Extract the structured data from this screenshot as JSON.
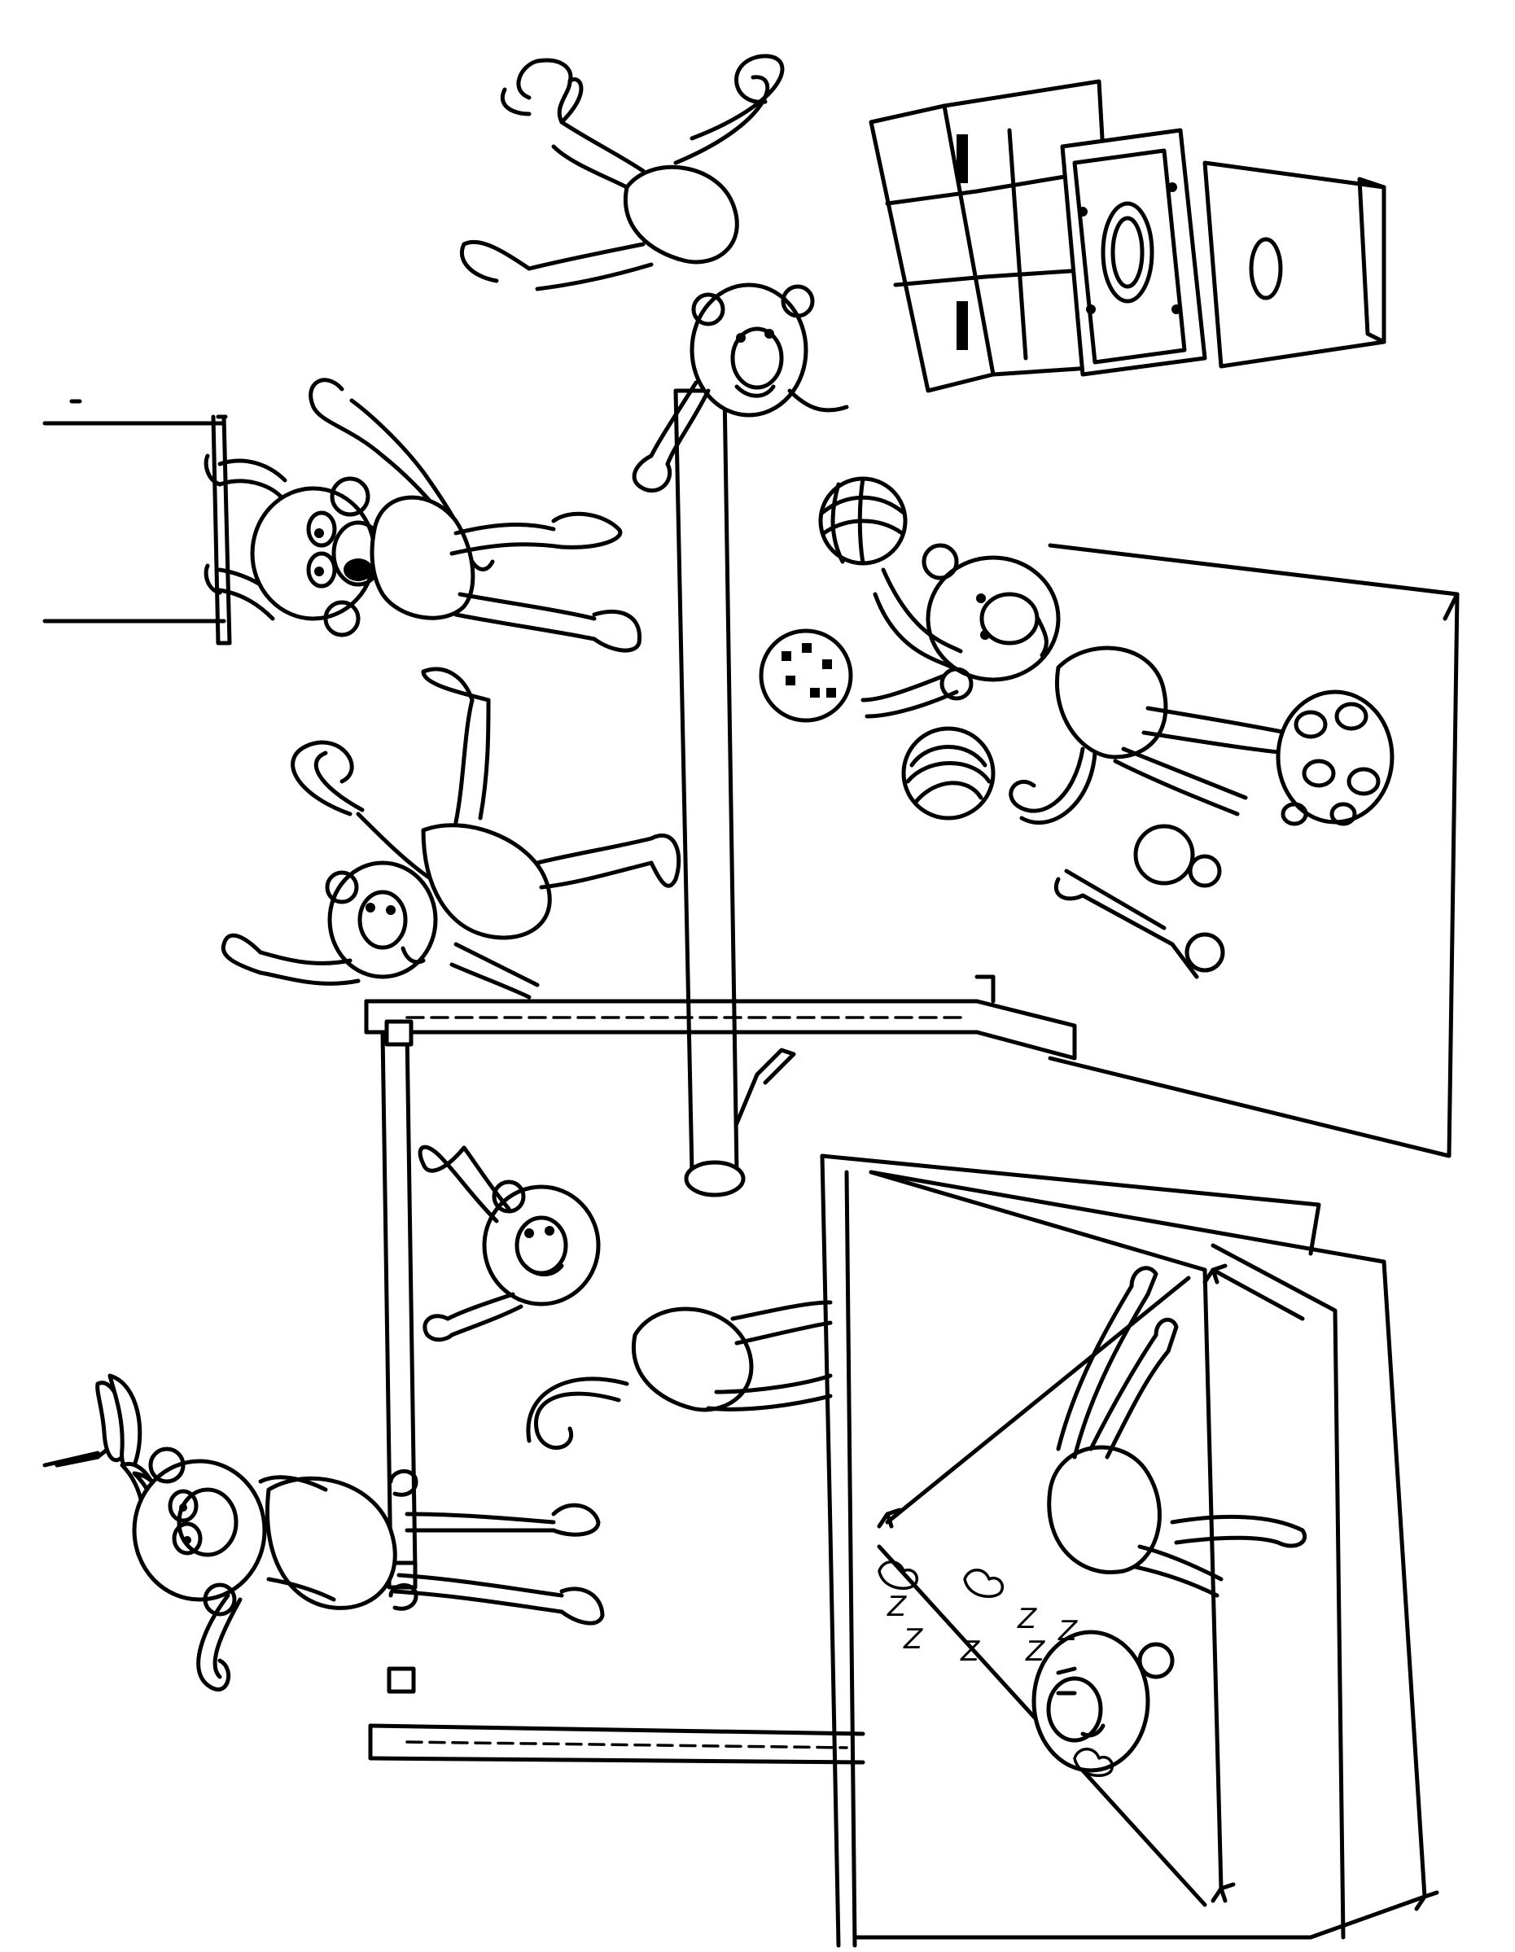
{
  "image": {
    "kind": "coloring-page",
    "colors": {
      "ink": "#000000",
      "paper": "#ffffff"
    }
  },
  "sleep_marks": [
    "Z",
    "Z",
    "Z",
    "Z",
    "Z",
    "Z"
  ]
}
